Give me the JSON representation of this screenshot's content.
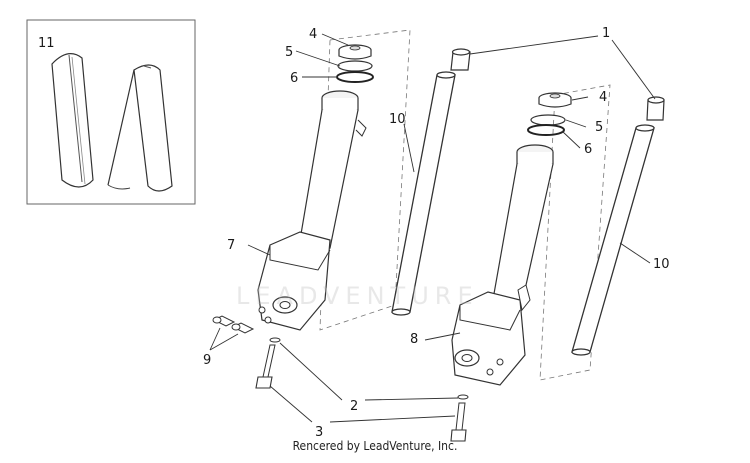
{
  "callouts": {
    "c1": "1",
    "c2": "2",
    "c3": "3",
    "c4a": "4",
    "c4b": "4",
    "c5a": "5",
    "c5b": "5",
    "c6a": "6",
    "c6b": "6",
    "c7": "7",
    "c8": "8",
    "c9": "9",
    "c10a": "10",
    "c10b": "10",
    "c11": "11"
  },
  "watermark": "LEADVENTURE",
  "footer": "Rencered by LeadVenture, Inc."
}
